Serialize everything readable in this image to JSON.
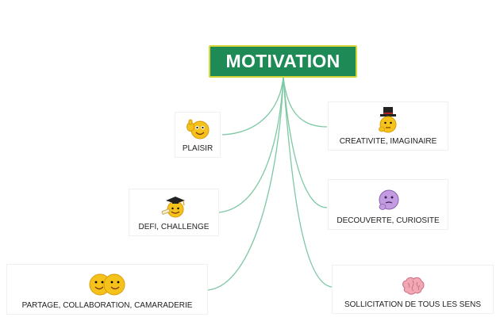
{
  "central": {
    "label": "MOTIVATION"
  },
  "nodes": {
    "plaisir": {
      "label": "PLAISIR",
      "icon": "thumbs-up-smiley-icon"
    },
    "defi": {
      "label": "DEFI, CHALLENGE",
      "icon": "graduate-smiley-icon"
    },
    "partage": {
      "label": "PARTAGE, COLLABORATION, CAMARADERIE",
      "icon": "two-smileys-icon"
    },
    "creativite": {
      "label": "CREATIVITE, IMAGINAIRE",
      "icon": "top-hat-thinking-smiley-icon"
    },
    "decouverte": {
      "label": "DECOUVERTE, CURIOSITE",
      "icon": "purple-thinking-face-icon"
    },
    "sollicitation": {
      "label": "SOLLICITATION DE TOUS LES SENS",
      "icon": "brain-icon"
    }
  },
  "colors": {
    "central_fill": "#1e8a55",
    "central_border": "#d6d63a",
    "connector": "#7ec8a4",
    "smiley": "#f5c21b",
    "brain": "#f2a7b5",
    "purple_face": "#c29be0"
  }
}
